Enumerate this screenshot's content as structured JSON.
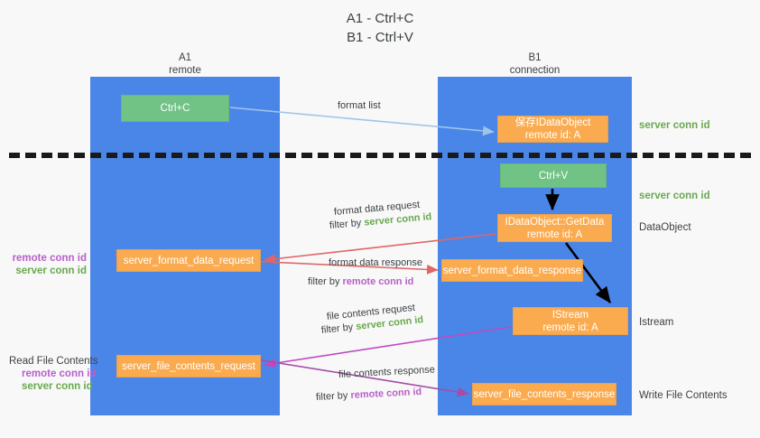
{
  "title": {
    "line1": "A1 - Ctrl+C",
    "line2": "B1 - Ctrl+V"
  },
  "lanes": [
    {
      "name": "A1",
      "sub": "remote"
    },
    {
      "name": "B1",
      "sub": "connection"
    }
  ],
  "nodes": {
    "ctrl_c": {
      "label": "Ctrl+C"
    },
    "save_idataobject": {
      "line1": "保存IDataObject",
      "line2": "remote id: A"
    },
    "ctrl_v": {
      "label": "Ctrl+V"
    },
    "getdata": {
      "line1": "IDataObject::GetData",
      "line2": "remote id: A"
    },
    "format_data_request": {
      "label": "server_format_data_request"
    },
    "format_data_response": {
      "label": "server_format_data_response"
    },
    "istream": {
      "line1": "IStream",
      "line2": "remote id: A"
    },
    "file_contents_request": {
      "label": "server_file_contents_request"
    },
    "file_contents_response": {
      "label": "server_file_contents_response"
    }
  },
  "side_labels": {
    "server_conn_id_1": "server conn id",
    "server_conn_id_2": "server conn id",
    "dataobject": "DataObject",
    "istream": "Istream",
    "write_file_contents": "Write File Contents"
  },
  "left_labels": {
    "group1": {
      "remote": "remote conn id",
      "server": "server conn id"
    },
    "read_file_contents": "Read File Contents",
    "group2": {
      "remote": "remote conn id",
      "server": "server conn id"
    }
  },
  "captions": {
    "format_list": "format list",
    "format_data_request": "format data request",
    "format_data_request_filter_prefix": "filter by ",
    "format_data_request_filter_value": "server conn id",
    "format_data_response": "format data response",
    "format_data_response_filter_prefix": "filter by ",
    "format_data_response_filter_value": "remote conn id",
    "file_contents_request": "file contents request",
    "file_contents_request_filter_prefix": "filter by ",
    "file_contents_request_filter_value": "server conn id",
    "file_contents_response": "file contents response",
    "file_contents_response_filter_prefix": "filter by ",
    "file_contents_response_filter_value": "remote conn id"
  },
  "colors": {
    "lane": "#4a86e8",
    "green_node": "#71c285",
    "orange_node": "#fbab4f",
    "server_conn": "#6aa84f",
    "remote_conn": "#b85fc9",
    "arrow_blue": "#9fc5e8",
    "arrow_red": "#e06666",
    "arrow_magenta": "#c248c2",
    "arrow_purple": "#a64ca6",
    "arrow_black": "#000000",
    "separator": "#1a1a1a",
    "background": "#f8f8f8"
  }
}
